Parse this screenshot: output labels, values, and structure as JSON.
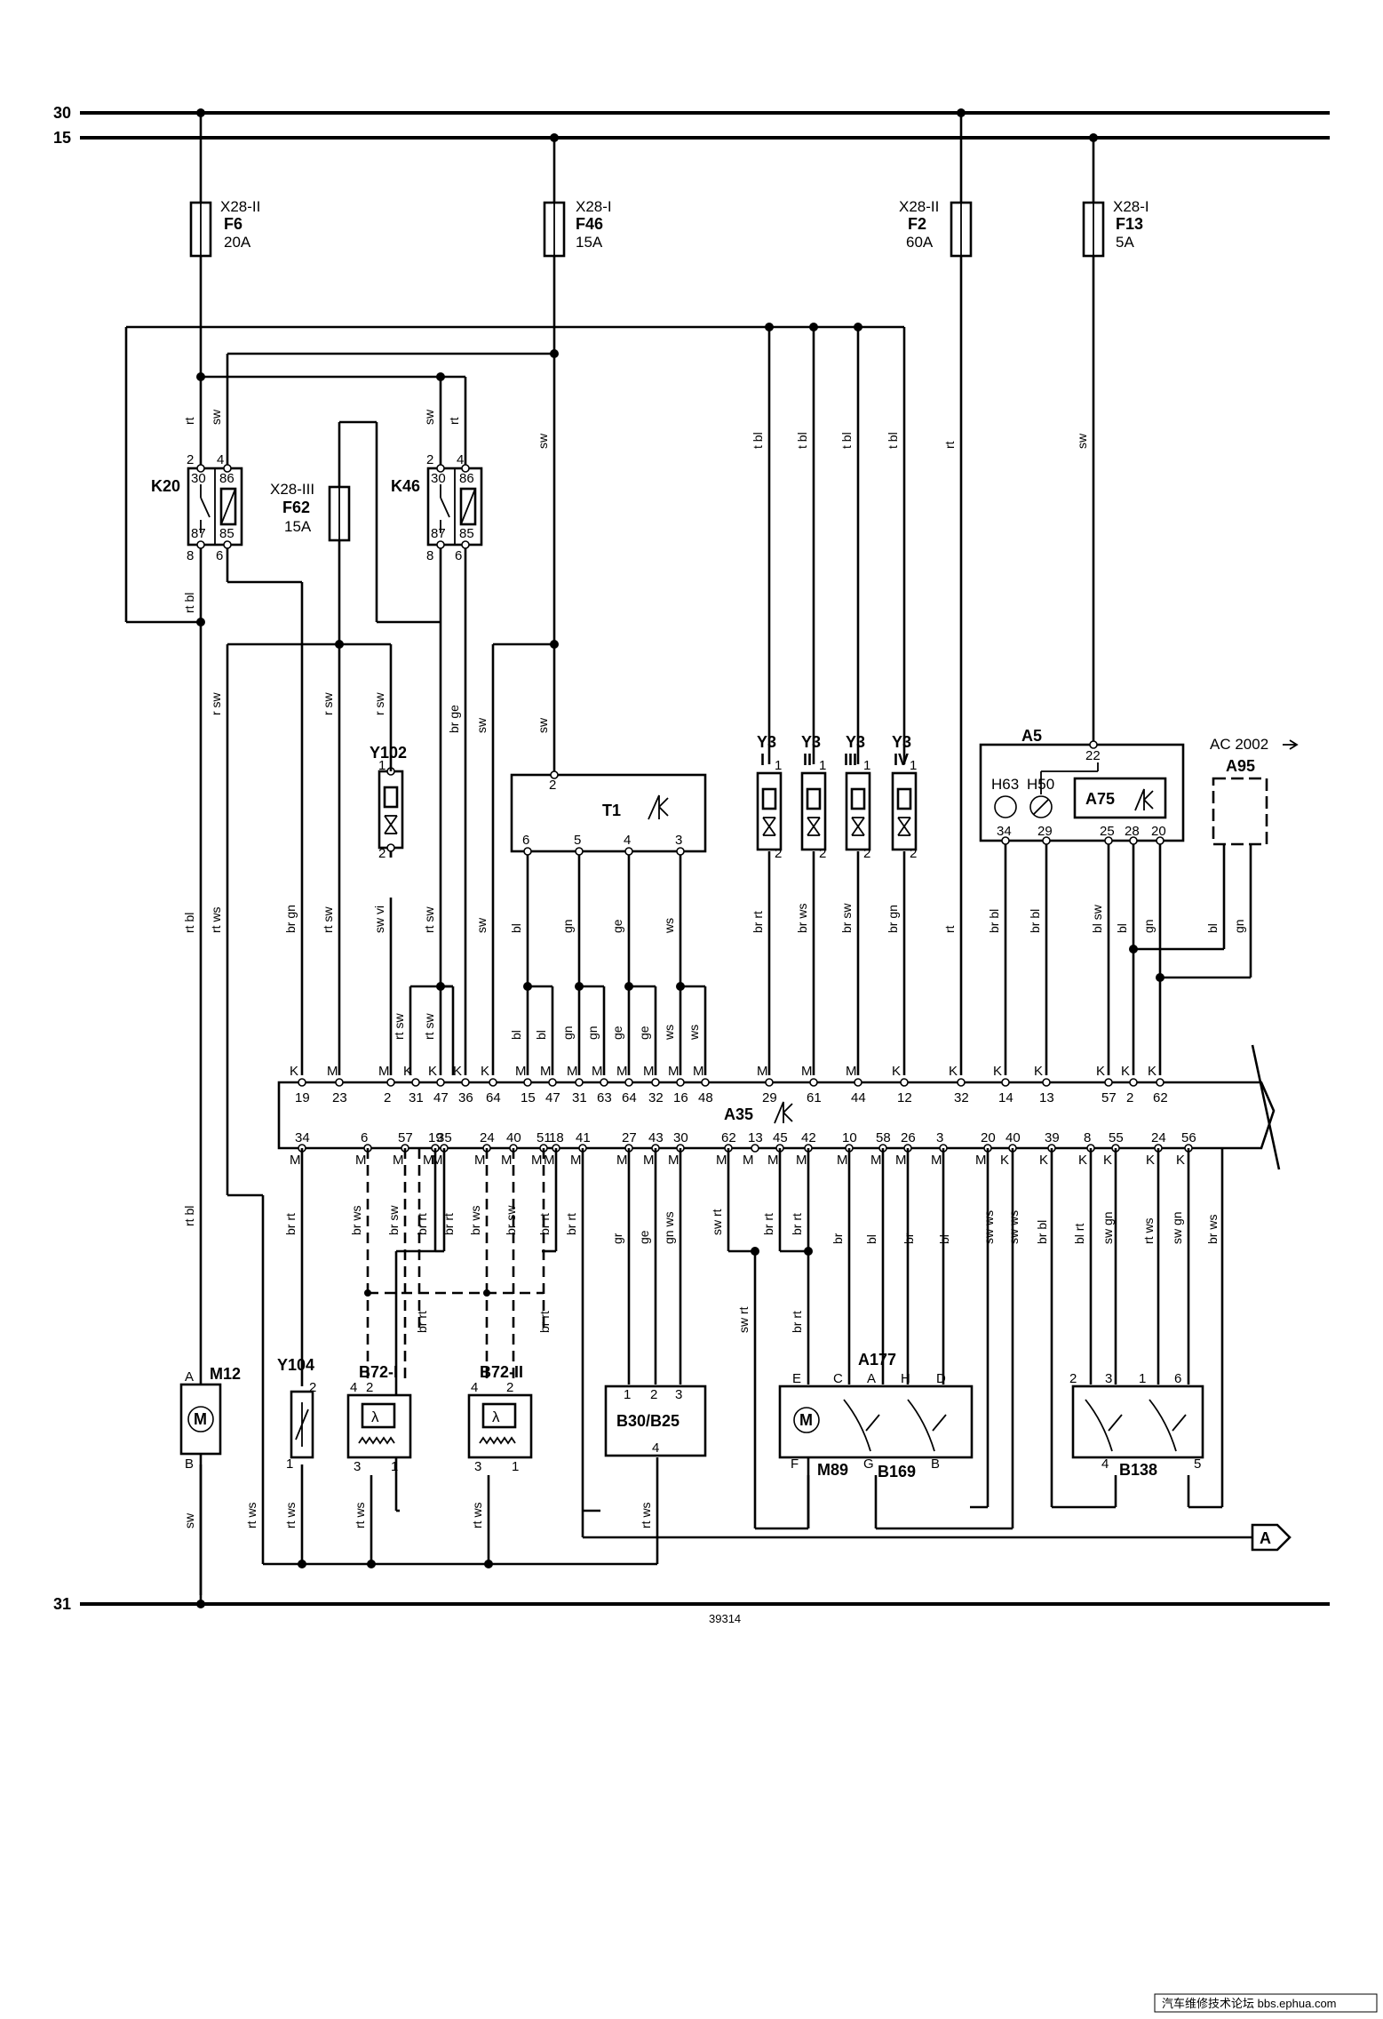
{
  "rails": {
    "r30": "30",
    "r15": "15",
    "r31": "31"
  },
  "fuses": {
    "f6": {
      "loc": "X28-II",
      "name": "F6",
      "rating": "20A"
    },
    "f46": {
      "loc": "X28-I",
      "name": "F46",
      "rating": "15A"
    },
    "f2": {
      "loc": "X28-II",
      "name": "F2",
      "rating": "60A"
    },
    "f13": {
      "loc": "X28-I",
      "name": "F13",
      "rating": "5A"
    },
    "f62": {
      "loc": "X28-III",
      "name": "F62",
      "rating": "15A"
    }
  },
  "relays": {
    "k20": "K20",
    "k46": "K46"
  },
  "relay_pins": {
    "p2": "2",
    "p4": "4",
    "p30": "30",
    "p86": "86",
    "p87": "87",
    "p85": "85",
    "p8": "8",
    "p6": "6"
  },
  "components": {
    "y102": "Y102",
    "t1": "T1",
    "y3": "Y3",
    "y3_i": "I",
    "y3_ii": "II",
    "y3_iii": "III",
    "y3_iv": "IV",
    "a5": "A5",
    "h63": "H63",
    "h50": "H50",
    "a75": "A75",
    "a95": "A95",
    "ac2002": "AC 2002",
    "a35": "A35",
    "m12": "M12",
    "y104": "Y104",
    "b72_1": "B72-I",
    "b72_2": "B72-II",
    "b30": "B30/B25",
    "m89": "M89",
    "b169": "B169",
    "a177": "A177",
    "b138": "B138",
    "ref_a": "A"
  },
  "pins": {
    "n1": "1",
    "n2": "2",
    "n3": "3",
    "n4": "4",
    "n5": "5",
    "n6": "6",
    "n22": "22",
    "n25": "25",
    "n28": "28",
    "n20": "20",
    "n34": "34",
    "n29": "29",
    "pA": "A",
    "pB": "B",
    "pC": "C",
    "pD": "D",
    "pE": "E",
    "pF": "F",
    "pG": "G",
    "pH": "H"
  },
  "wires": {
    "rt": "rt",
    "sw": "sw",
    "rtbl": "rt bl",
    "rtws": "rt ws",
    "rsw": "r sw",
    "brge": "br ge",
    "tbl": "t bl",
    "brgn": "br gn",
    "rtsw": "rt sw",
    "swvi": "sw vi",
    "bl": "bl",
    "gn": "gn",
    "ge": "ge",
    "ws": "ws",
    "brrt": "br rt",
    "brws": "br ws",
    "brsw": "br sw",
    "brbl": "br bl",
    "blsw": "bl sw",
    "br": "br",
    "gr": "gr",
    "gnws": "gn ws",
    "swrt": "sw rt",
    "swws": "sw ws",
    "blrt": "bl rt",
    "swgn": "sw gn"
  },
  "connector": {
    "top_pins": [
      "19",
      "23",
      "2",
      "31",
      "47",
      "36",
      "64",
      "15",
      "47",
      "31",
      "63",
      "64",
      "32",
      "16",
      "48",
      "29",
      "61",
      "44",
      "12",
      "32",
      "14",
      "13",
      "57",
      "2",
      "62"
    ],
    "top_codes": [
      "K",
      "M",
      "M",
      "K",
      "K",
      "K",
      "K",
      "M",
      "M",
      "M",
      "M",
      "M",
      "M",
      "M",
      "M",
      "M",
      "M",
      "M",
      "K",
      "K",
      "K",
      "K",
      "K",
      "K",
      "K"
    ],
    "bottom_pins": [
      "34",
      "6",
      "57",
      "19",
      "35",
      "24",
      "40",
      "51",
      "18",
      "41",
      "27",
      "43",
      "30",
      "62",
      "13",
      "45",
      "42",
      "10",
      "58",
      "26",
      "3",
      "20",
      "40",
      "39",
      "8",
      "55",
      "24",
      "56"
    ],
    "bottom_codes": [
      "M",
      "M",
      "M",
      "M",
      "M",
      "M",
      "M",
      "M",
      "M",
      "M",
      "M",
      "M",
      "M",
      "M",
      "M",
      "M",
      "M",
      "M",
      "M",
      "M",
      "M",
      "M",
      "K",
      "K",
      "K",
      "K",
      "K",
      "K"
    ]
  },
  "footer": {
    "drawing_no": "39314",
    "watermark": "汽车维修技术论坛 bbs.ephua.com"
  }
}
